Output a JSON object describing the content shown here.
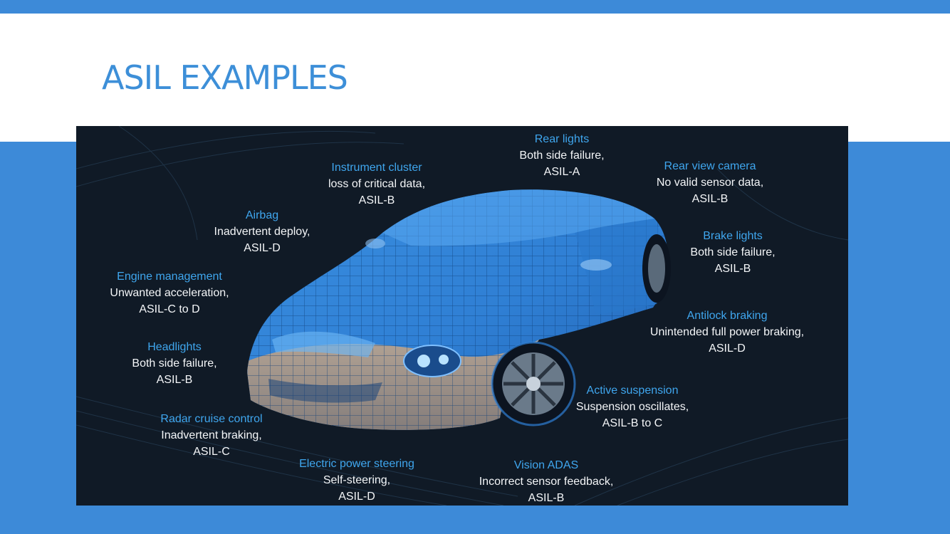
{
  "slide": {
    "title": "ASIL EXAMPLES"
  },
  "colors": {
    "accent": "#3d8ad8",
    "title": "#3d8fd8",
    "figure_bg": "#101a26",
    "callout_label": "#3fa6ee",
    "callout_text": "#f4f6f8"
  },
  "callouts": {
    "rear_lights": {
      "label": "Rear lights",
      "line1": "Both side failure,",
      "line2": "ASIL-A"
    },
    "instrument_cluster": {
      "label": "Instrument cluster",
      "line1": "loss of critical data,",
      "line2": "ASIL-B"
    },
    "rear_view_camera": {
      "label": "Rear view camera",
      "line1": "No valid sensor data,",
      "line2": "ASIL-B"
    },
    "airbag": {
      "label": "Airbag",
      "line1": "Inadvertent deploy,",
      "line2": "ASIL-D"
    },
    "brake_lights": {
      "label": "Brake lights",
      "line1": "Both side failure,",
      "line2": "ASIL-B"
    },
    "engine_management": {
      "label": "Engine management",
      "line1": "Unwanted acceleration,",
      "line2": "ASIL-C to D"
    },
    "antilock_braking": {
      "label": "Antilock braking",
      "line1": "Unintended full power braking,",
      "line2": "ASIL-D"
    },
    "headlights": {
      "label": "Headlights",
      "line1": "Both side failure,",
      "line2": "ASIL-B"
    },
    "active_suspension": {
      "label": "Active suspension",
      "line1": "Suspension oscillates,",
      "line2": "ASIL-B to C"
    },
    "radar_cruise_control": {
      "label": "Radar cruise control",
      "line1": "Inadvertent braking,",
      "line2": "ASIL-C"
    },
    "electric_power_steering": {
      "label": "Electric power steering",
      "line1": "Self-steering,",
      "line2": "ASIL-D"
    },
    "vision_adas": {
      "label": "Vision ADAS",
      "line1": "Incorrect sensor feedback,",
      "line2": "ASIL-B"
    }
  }
}
